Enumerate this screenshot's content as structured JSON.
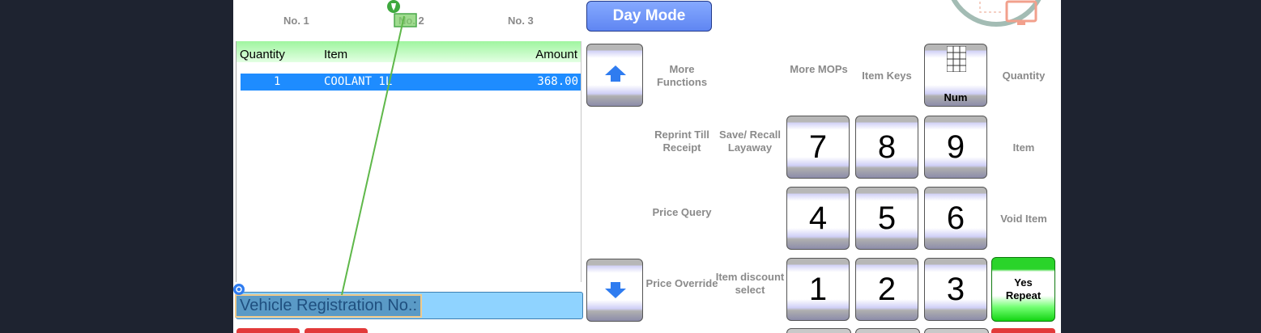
{
  "tabs": [
    "No. 1",
    "No. 2",
    "No. 3"
  ],
  "day_mode_label": "Day Mode",
  "receipt": {
    "headers": {
      "quantity": "Quantity",
      "item": "Item",
      "amount": "Amount"
    },
    "rows": [
      {
        "quantity": "1",
        "item": "COOLANT 1L",
        "amount": "368.00"
      }
    ]
  },
  "vehicle_registration_label": "Vehicle Registration No.:",
  "function_labels": {
    "more_functions": "More Functions",
    "more_mops": "More MOPs",
    "item_keys": "Item Keys",
    "quantity": "Quantity",
    "reprint_till_receipt": "Reprint Till Receipt",
    "save_recall_layaway": "Save/ Recall Layaway",
    "item": "Item",
    "price_query": "Price Query",
    "void_item": "Void Item",
    "price_override": "Price Override",
    "item_discount_select": "Item discount select"
  },
  "keypad": {
    "num_label": "Num",
    "digits": [
      "7",
      "8",
      "9",
      "4",
      "5",
      "6",
      "1",
      "2",
      "3"
    ],
    "yes_label": "Yes",
    "repeat_label": "Repeat"
  },
  "icons": {
    "scroll_up": "arrow-up-icon",
    "scroll_down": "arrow-down-icon",
    "num": "mini-keypad-icon",
    "monitor": "monitor-icon",
    "pin": "pin-icon"
  },
  "colors": {
    "day_mode": "#6f95f7",
    "selected_row": "#1e8cff",
    "vehicle_field": "#8fd3ff",
    "yes_key": "#2ad42a",
    "annotation_line": "#5fb84a"
  }
}
